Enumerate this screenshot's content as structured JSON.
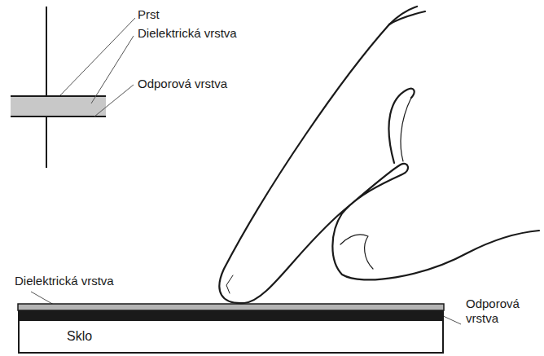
{
  "diagram": {
    "nodes": [
      {
        "text": [
          "Sklo"
        ]
      }
    ],
    "labels": [
      "Prst",
      "Dielektrická vrstva",
      "Odporová vrstva",
      "Dielektrická vrstva",
      "Odporová vrstva"
    ]
  }
}
